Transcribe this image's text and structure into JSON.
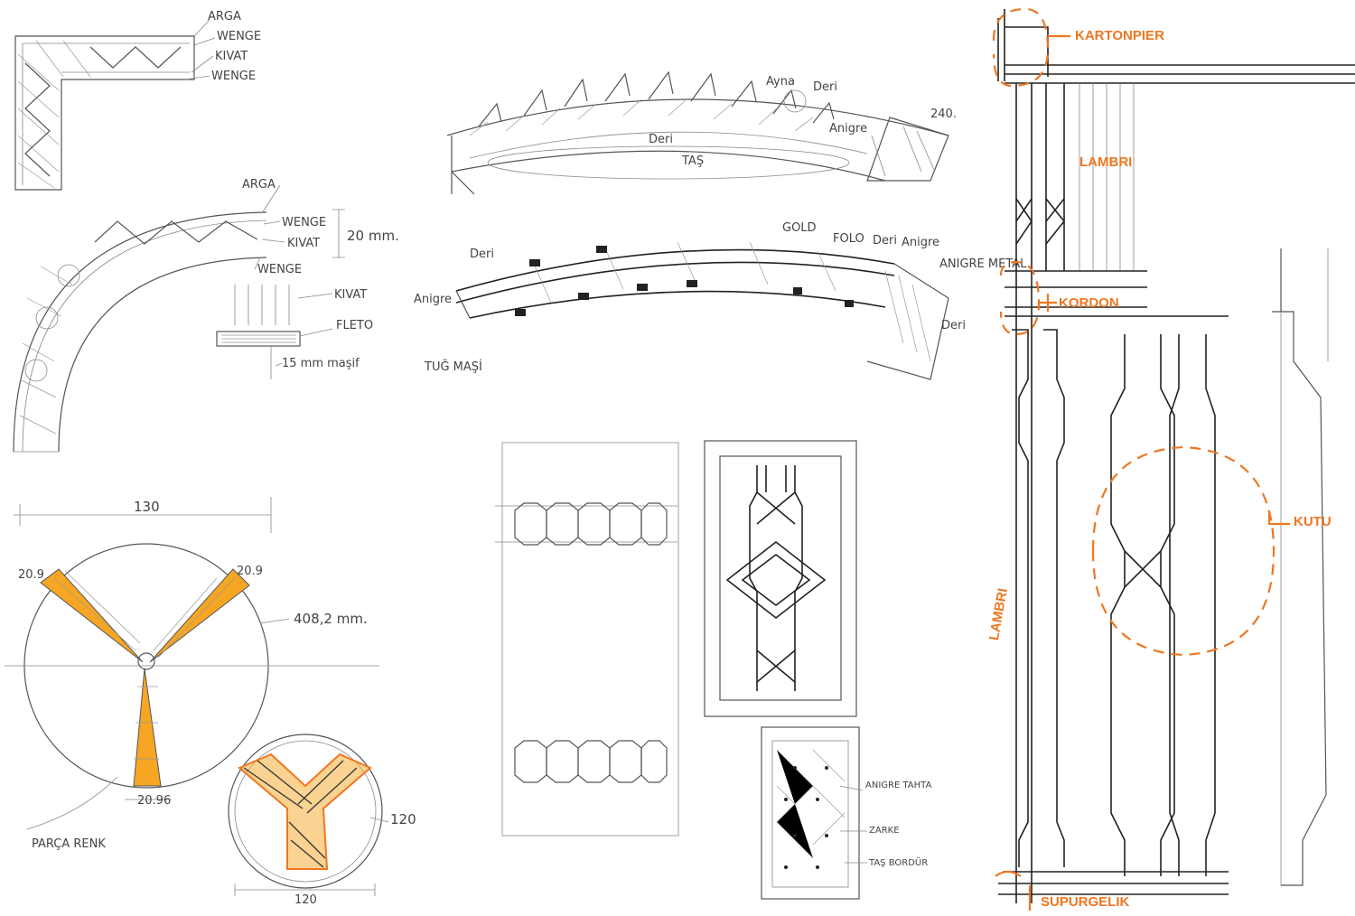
{
  "labels": {
    "corner_sketch": [
      "ARGA",
      "WENGE",
      "KIVAT",
      "WENGE"
    ],
    "curve_sketch": [
      "ARGA",
      "WENGE",
      "KIVAT",
      "WENGE",
      "20 mm.",
      "KIVAT",
      "FLETO",
      "15 mm maşif"
    ],
    "ceiling_top": [
      "Ayna",
      "Deri",
      "240.",
      "Deri",
      "TAŞ",
      "Anigre"
    ],
    "ceiling_arch": [
      "Deri",
      "GOLD",
      "FOLO",
      "Deri",
      "Anigre",
      "ANIGRE METAL",
      "Deri",
      "Anigre",
      "TUĞ MAŞİ"
    ],
    "circle_dims": [
      "130",
      "20.9",
      "20.9",
      "408,2 mm.",
      "20.96",
      "PARÇA RENK"
    ],
    "small_circle_dims": [
      "120",
      "120"
    ],
    "panel_legend": [
      "ANIGRE TAHTA",
      "ZARKE",
      "TAŞ BORDÜR"
    ],
    "orange_labels": {
      "kartonpier": "KARTONPIER",
      "lambri_top": "LAMBRI",
      "kordon": "KORDON",
      "lambri_side": "LAMBRI",
      "kutu": "KUTU",
      "supurgelik": "SUPURGELIK"
    }
  },
  "colors": {
    "pencil": "#555555",
    "ink": "#222222",
    "accent": "#ee7722",
    "accent_fill": "#f6a623"
  }
}
